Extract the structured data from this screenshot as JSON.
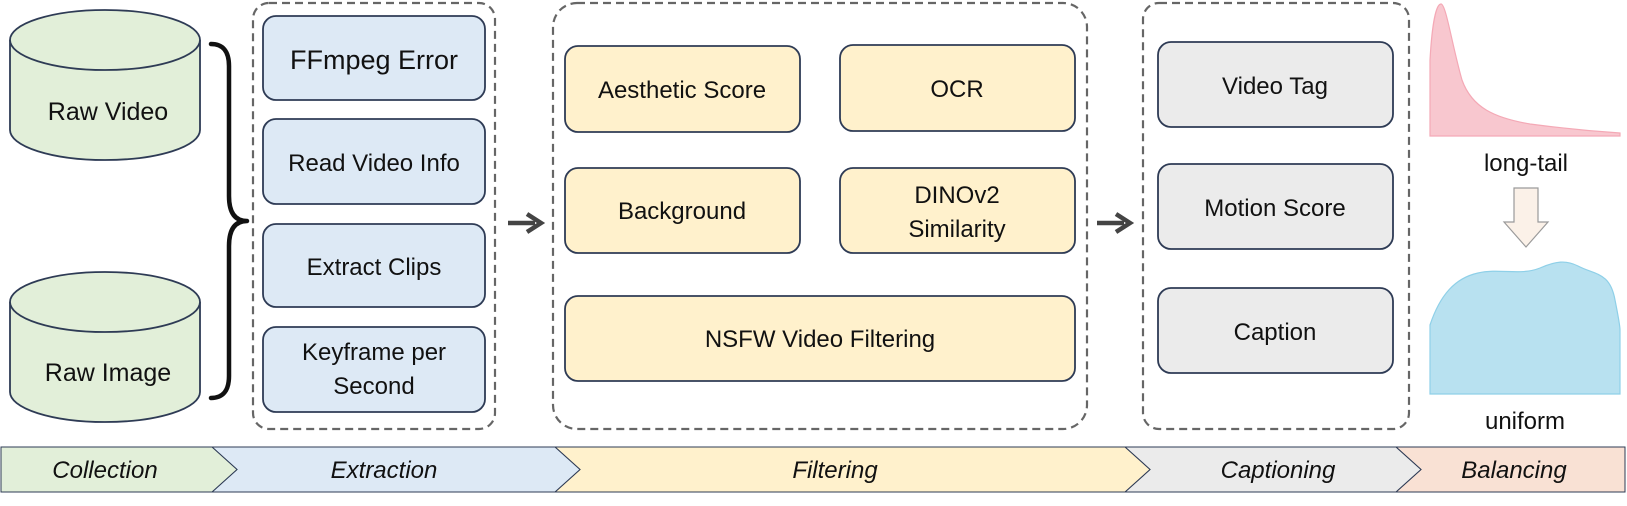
{
  "sources": {
    "raw_video": "Raw Video",
    "raw_image": "Raw Image"
  },
  "extraction": {
    "items": [
      "FFmpeg Error",
      "Read Video Info",
      "Extract Clips"
    ],
    "keyframe": [
      "Keyframe per",
      "Second"
    ]
  },
  "filtering": {
    "aesthetic": "Aesthetic Score",
    "ocr": "OCR",
    "background": "Background",
    "dinov2": [
      "DINOv2",
      "Similarity"
    ],
    "nsfw": "NSFW Video Filtering"
  },
  "captioning": {
    "video_tag": "Video Tag",
    "motion_score": "Motion Score",
    "caption": "Caption"
  },
  "balancing": {
    "long_tail": "long-tail",
    "uniform": "uniform"
  },
  "stages": [
    "Collection",
    "Extraction",
    "Filtering",
    "Captioning",
    "Balancing"
  ],
  "colors": {
    "green": "#e2efd9",
    "blue": "#dde9f5",
    "yellow": "#fff1cc",
    "gray": "#ebebeb",
    "peach": "#f9e1d4",
    "pink": "#f8c7cf",
    "cyan": "#b8e1f0",
    "border": "#2e3b55"
  }
}
